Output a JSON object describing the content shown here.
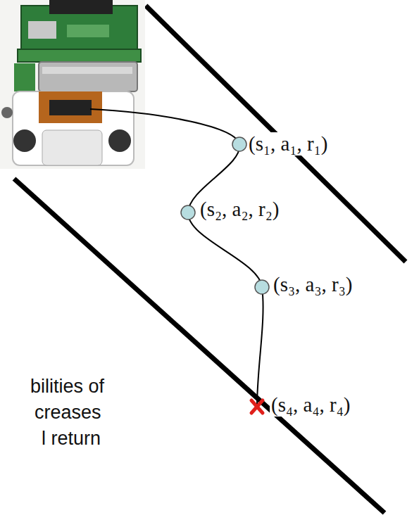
{
  "diagram": {
    "labels": [
      "(s₁, a₁, r₁)",
      "(s₂, a₂, r₂)",
      "(s₃, a₃, r₃)",
      "(s₄, a₄, r₄)",
      "bilities of",
      "creases",
      "l return"
    ]
  }
}
